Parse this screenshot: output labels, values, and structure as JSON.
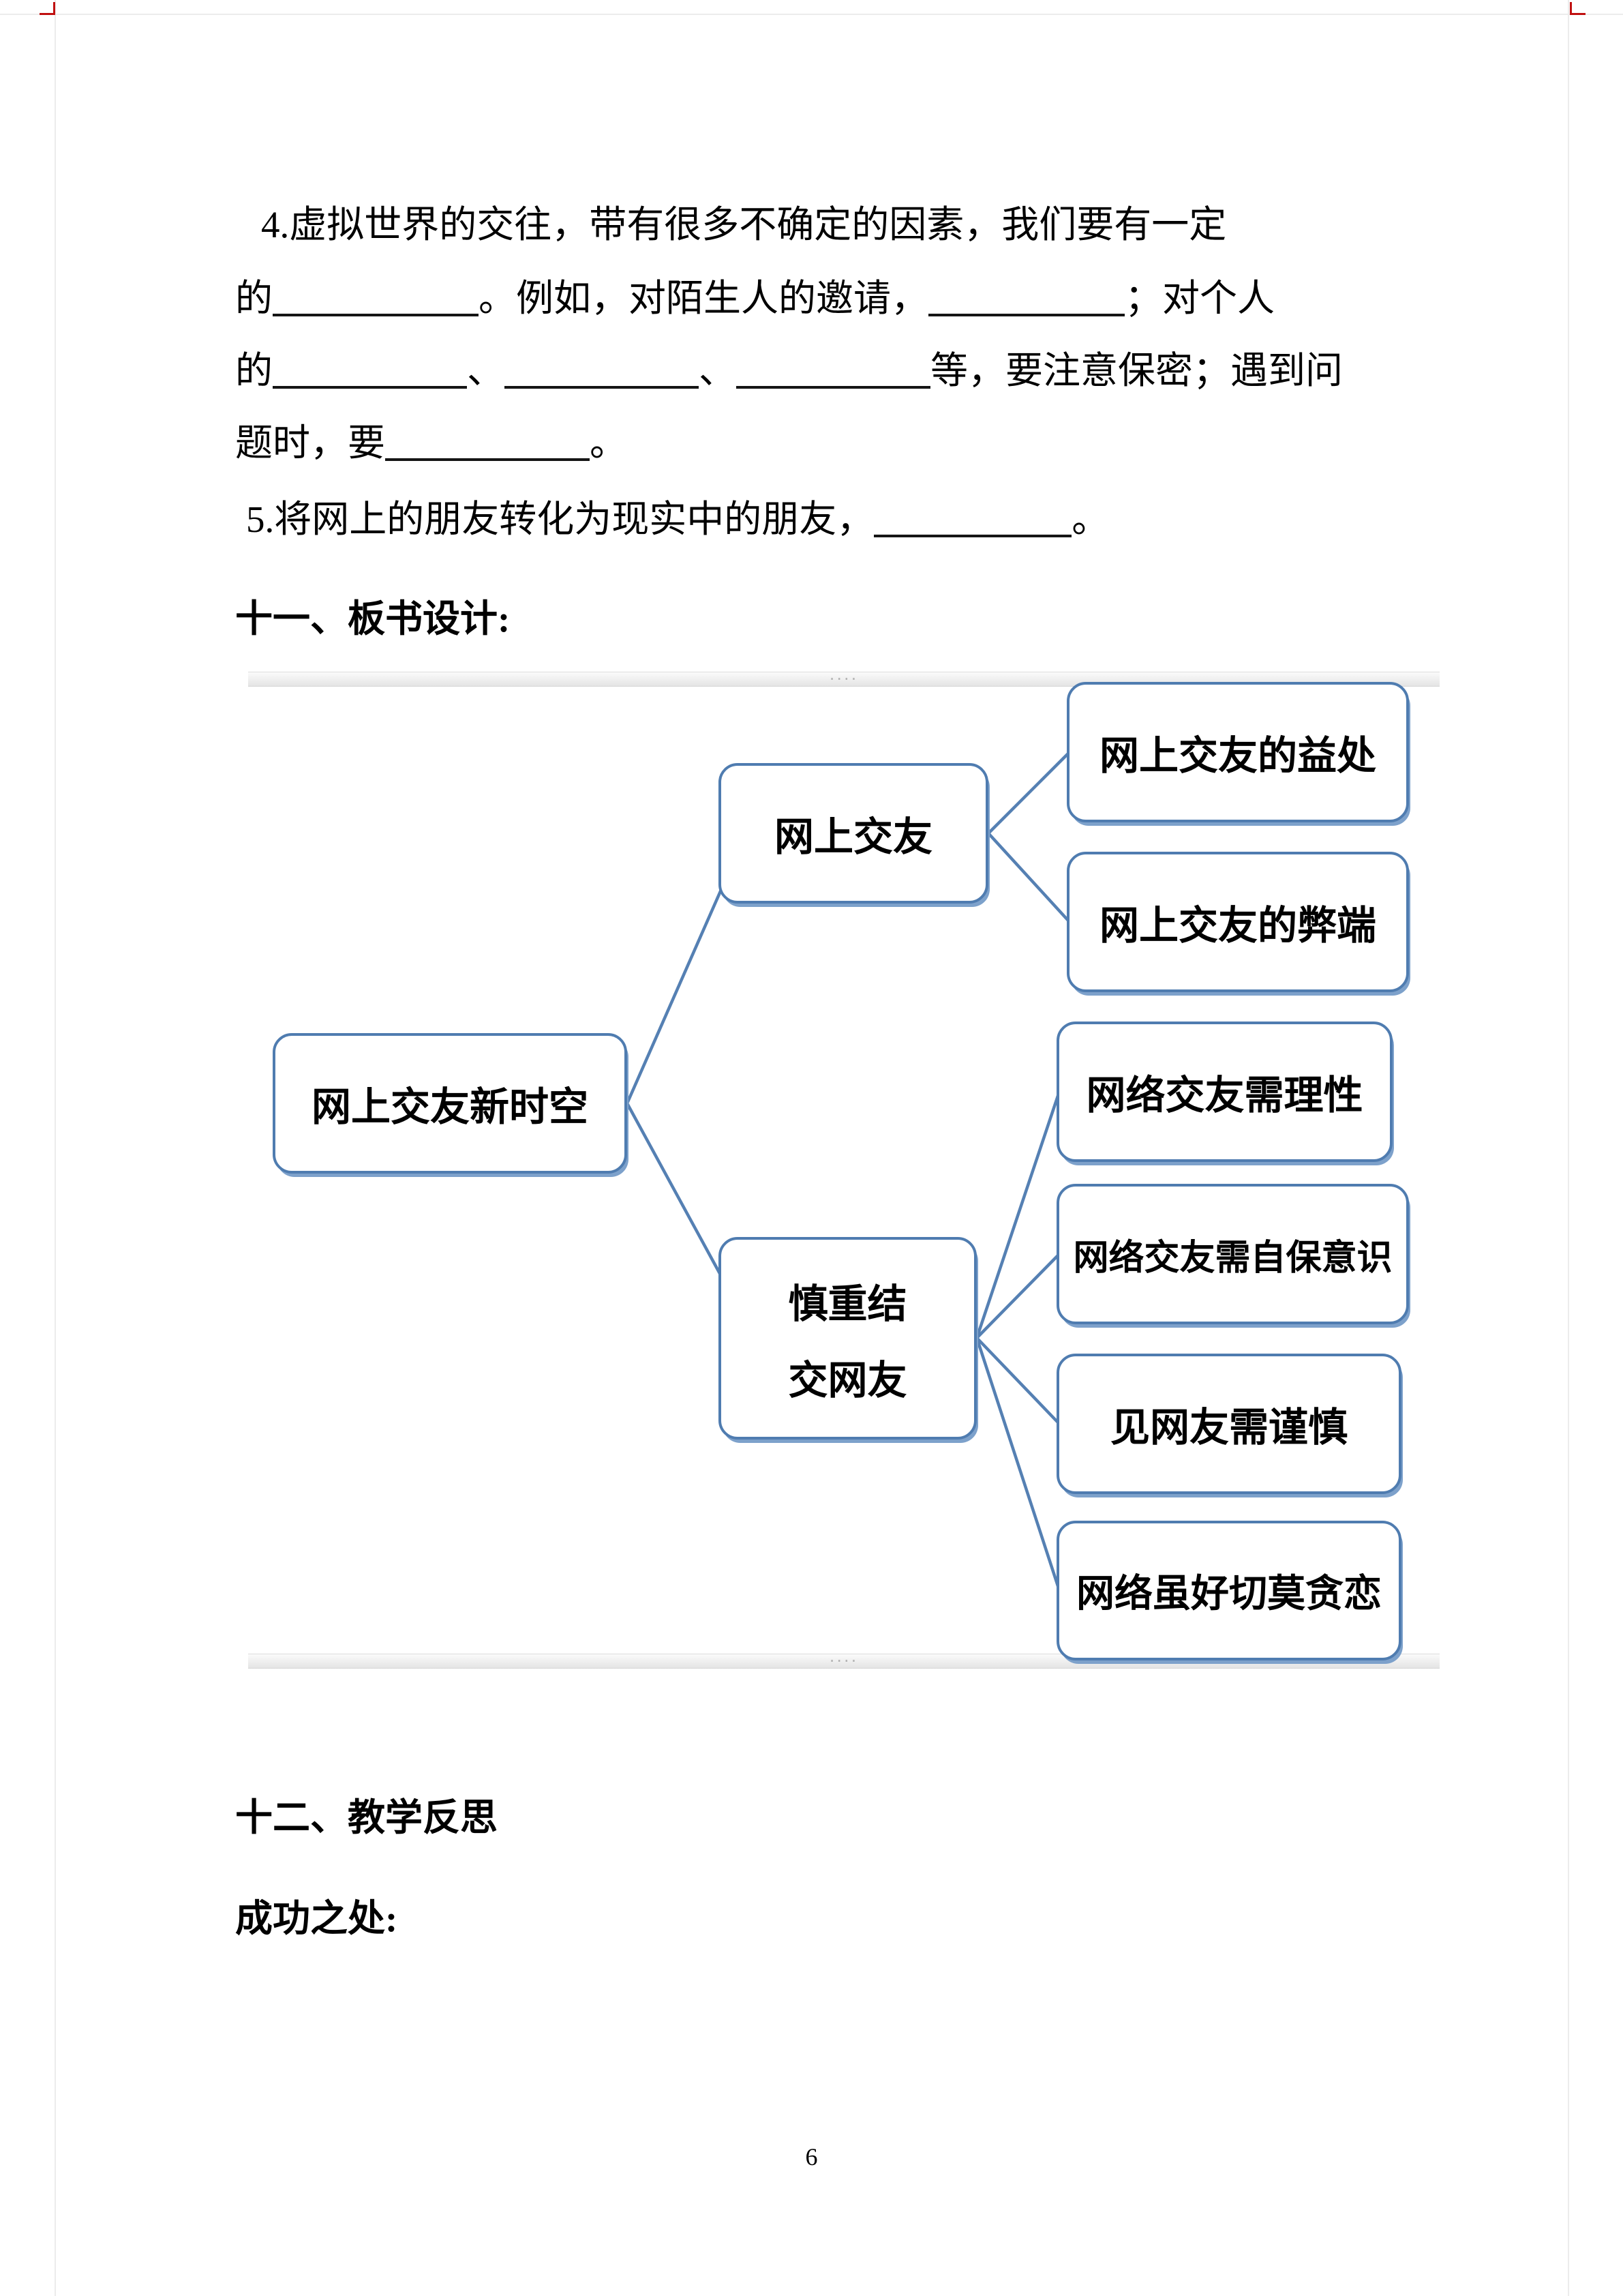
{
  "q4": {
    "l1": "4.虚拟世界的交往，带有很多不确定的因素，我们要有一定",
    "l2a": "的",
    "l2b": "。例如，对陌生人的邀请，",
    "l2c": "；对个人",
    "l3a": "的",
    "l3b": "、",
    "l3c": "、",
    "l3d": "等，要注意保密；遇到问",
    "l4a": "题时，要",
    "l4b": "。"
  },
  "q5": {
    "a": "5.将网上的朋友转化为现实中的朋友，",
    "b": "。"
  },
  "headings": {
    "board": "十一、板书设计:",
    "reflect": "十二、教学反思",
    "success": "成功之处:"
  },
  "diagram": {
    "root": "网上交友新时空",
    "branch1": "网上交友",
    "branch1_children": [
      "网上交友的益处",
      "网上交友的弊端"
    ],
    "branch2_line1": "慎重结",
    "branch2_line2": "交网友",
    "branch2_children": [
      "网络交友需理性",
      "网络交友需自保意识",
      "见网友需谨慎",
      "网络虽好切莫贪恋"
    ],
    "accent_color": "#4f7cb0",
    "line_color": "#5580b3",
    "handle_dots": "····"
  },
  "page": {
    "number": "6"
  }
}
